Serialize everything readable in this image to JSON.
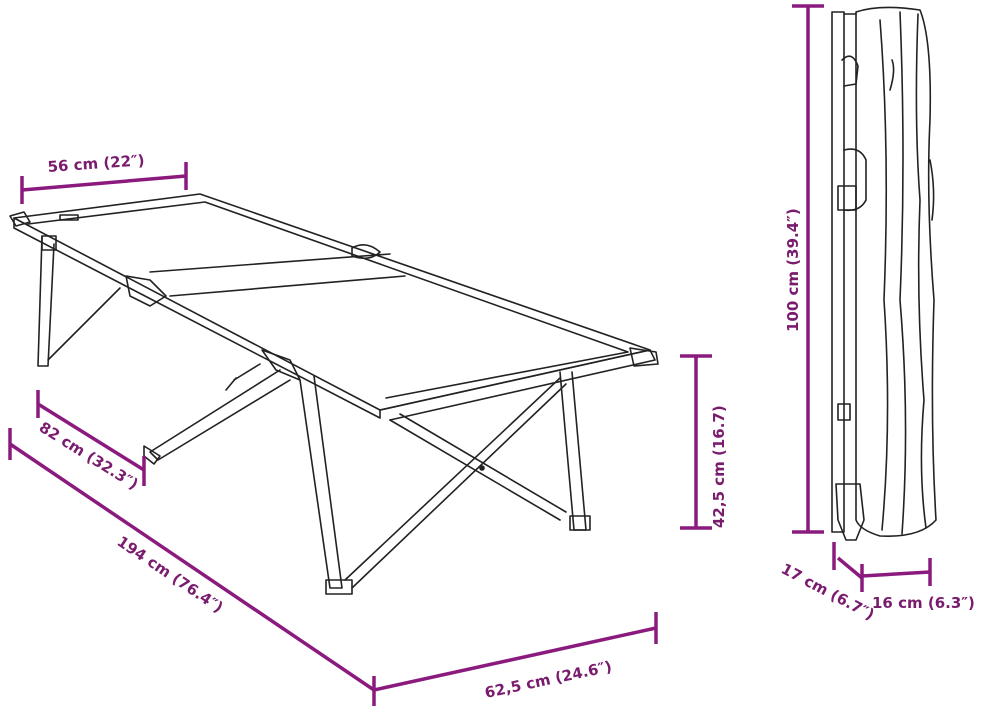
{
  "accent_color": "#8b1a7e",
  "line_color": "#222222",
  "dimensions": {
    "width_top": "56 cm (22″)",
    "leg_width": "82 cm (32.3″)",
    "length": "194 cm (76.4″)",
    "width_bottom": "62,5 cm (24.6″)",
    "height": "42,5 cm (16.7)",
    "folded_height": "100 cm (39.4″)",
    "folded_depth": "17 cm (6.7″)",
    "folded_width": "16 cm (6.3″)"
  }
}
